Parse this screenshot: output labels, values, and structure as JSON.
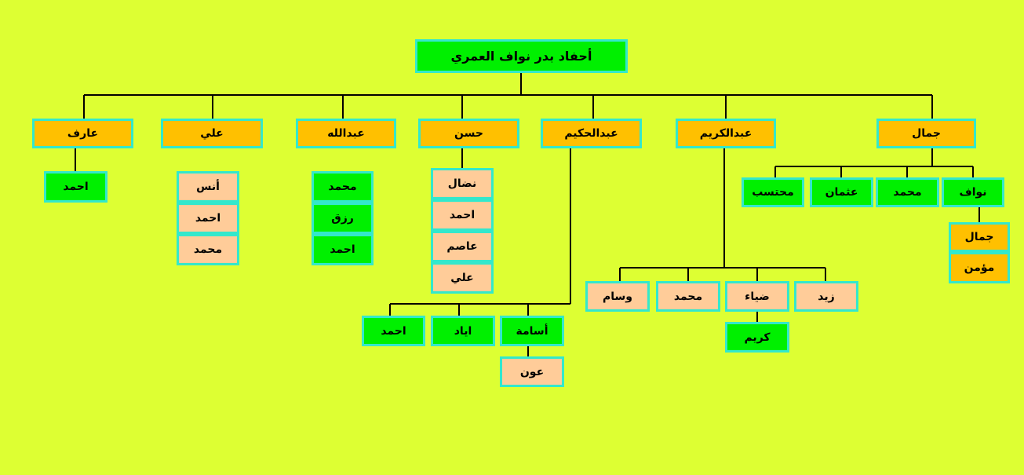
{
  "root": "أحفاد بدر نواف العمري",
  "sons": {
    "jamal": "جمال",
    "abdulkarim": "عبدالكريم",
    "abdulhakim": "عبدالحكيم",
    "hasan": "حسن",
    "abdullah": "عبدالله",
    "ali": "علي",
    "aref": "عارف"
  },
  "jamal_children": [
    "نواف",
    "محمد",
    "عثمان",
    "محتسب"
  ],
  "nawaf_children": [
    "جمال",
    "مؤمن"
  ],
  "abdulkarim_children": [
    "زيد",
    "ضياء",
    "محمد",
    "وسام"
  ],
  "diyaa_children": [
    "كريم"
  ],
  "abdulhakim_children": [
    "أسامة",
    "اياد",
    "احمد"
  ],
  "osama_children": [
    "عون"
  ],
  "hasan_children": [
    "نضال",
    "احمد",
    "عاصم",
    "علي"
  ],
  "abdullah_children": [
    "محمد",
    "رزق",
    "احمد"
  ],
  "ali_children": [
    "أنس",
    "احمد",
    "محمد"
  ],
  "aref_children": [
    "احمد"
  ],
  "colors": {
    "background": "#DDFF33",
    "green": "#00F000",
    "orange": "#FFC000",
    "peach": "#FFCC99",
    "border": "#33E8CC"
  }
}
